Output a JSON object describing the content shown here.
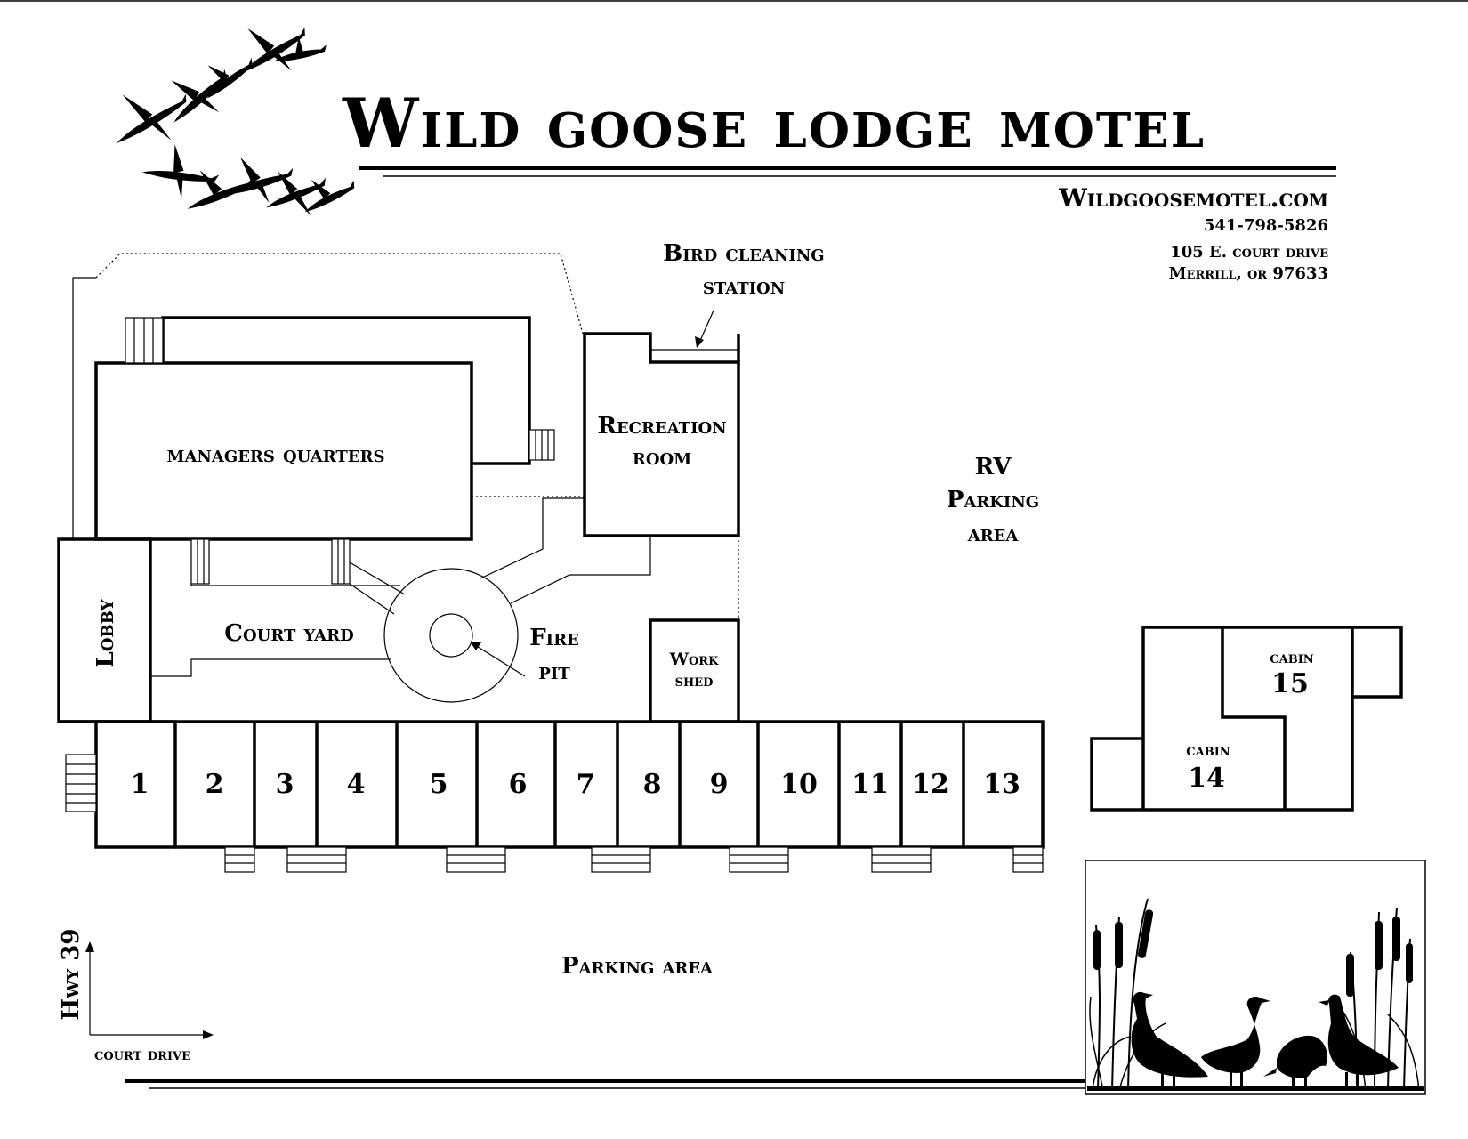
{
  "header": {
    "title": "Wild goose lodge motel",
    "website": "Wildgoosemotel.com",
    "phone": "541-798-5826",
    "address_line1": "105 E. court drive",
    "address_line2": "Merrill, or 97633"
  },
  "labels": {
    "managers_quarters": "managers quarters",
    "recreation_room_1": "Recreation",
    "recreation_room_2": "room",
    "bird_cleaning_1": "Bird cleaning",
    "bird_cleaning_2": "station",
    "rv_parking_1": "RV",
    "rv_parking_2": "Parking",
    "rv_parking_3": "area",
    "lobby": "Lobby",
    "court_yard": "Court yard",
    "fire_pit_1": "Fire",
    "fire_pit_2": "pit",
    "work_shed_1": "Work",
    "work_shed_2": "shed",
    "parking_area": "Parking area",
    "hwy": "Hwy 39",
    "court_drive": "court drive"
  },
  "units": [
    "1",
    "2",
    "3",
    "4",
    "5",
    "6",
    "7",
    "8",
    "9",
    "10",
    "11",
    "12",
    "13"
  ],
  "cabins": [
    {
      "label": "cabin",
      "number": "14"
    },
    {
      "label": "cabin",
      "number": "15"
    }
  ]
}
